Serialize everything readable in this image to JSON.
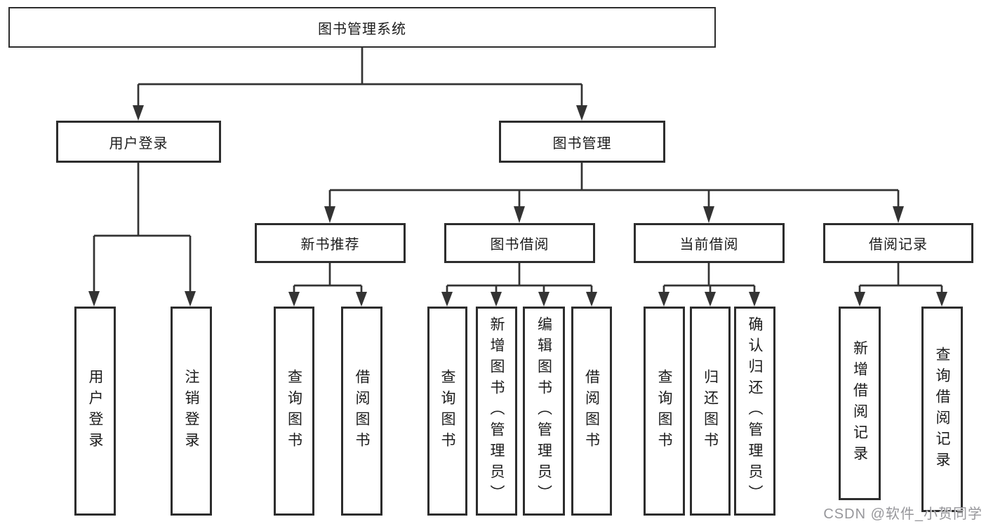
{
  "diagram": {
    "type": "hierarchy-tree",
    "colors": {
      "line": "#333333",
      "border": "#2d2d2d",
      "text": "#1c1c1c",
      "background": "#ffffff",
      "watermark": "#97979b"
    },
    "watermark": "CSDN @软件_小贺同学",
    "nodes": {
      "root": {
        "label": "图书管理系统"
      },
      "login": {
        "label": "用户登录"
      },
      "mgmt": {
        "label": "图书管理"
      },
      "rec": {
        "label": "新书推荐"
      },
      "borrow": {
        "label": "图书借阅"
      },
      "current": {
        "label": "当前借阅"
      },
      "records": {
        "label": "借阅记录"
      },
      "leaf_login": {
        "label": "用户登录"
      },
      "leaf_logout": {
        "label": "注销登录"
      },
      "leaf_rec_query": {
        "label": "查询图书"
      },
      "leaf_rec_borrow": {
        "label": "借阅图书"
      },
      "leaf_bb_query": {
        "label": "查询图书"
      },
      "leaf_bb_add": {
        "label": "新增图书（管理员）"
      },
      "leaf_bb_edit": {
        "label": "编辑图书（管理员）"
      },
      "leaf_bb_borrow": {
        "label": "借阅图书"
      },
      "leaf_cb_query": {
        "label": "查询图书"
      },
      "leaf_cb_return": {
        "label": "归还图书"
      },
      "leaf_cb_confirm": {
        "label": "确认归还（管理员）"
      },
      "leaf_br_add": {
        "label": "新增借阅记录"
      },
      "leaf_br_query": {
        "label": "查询借阅记录"
      }
    },
    "edges": [
      [
        "root",
        "login"
      ],
      [
        "root",
        "mgmt"
      ],
      [
        "login",
        "leaf_login"
      ],
      [
        "login",
        "leaf_logout"
      ],
      [
        "mgmt",
        "rec"
      ],
      [
        "mgmt",
        "borrow"
      ],
      [
        "mgmt",
        "current"
      ],
      [
        "mgmt",
        "records"
      ],
      [
        "rec",
        "leaf_rec_query"
      ],
      [
        "rec",
        "leaf_rec_borrow"
      ],
      [
        "borrow",
        "leaf_bb_query"
      ],
      [
        "borrow",
        "leaf_bb_add"
      ],
      [
        "borrow",
        "leaf_bb_edit"
      ],
      [
        "borrow",
        "leaf_bb_borrow"
      ],
      [
        "current",
        "leaf_cb_query"
      ],
      [
        "current",
        "leaf_cb_return"
      ],
      [
        "current",
        "leaf_cb_confirm"
      ],
      [
        "records",
        "leaf_br_add"
      ],
      [
        "records",
        "leaf_br_query"
      ]
    ]
  }
}
